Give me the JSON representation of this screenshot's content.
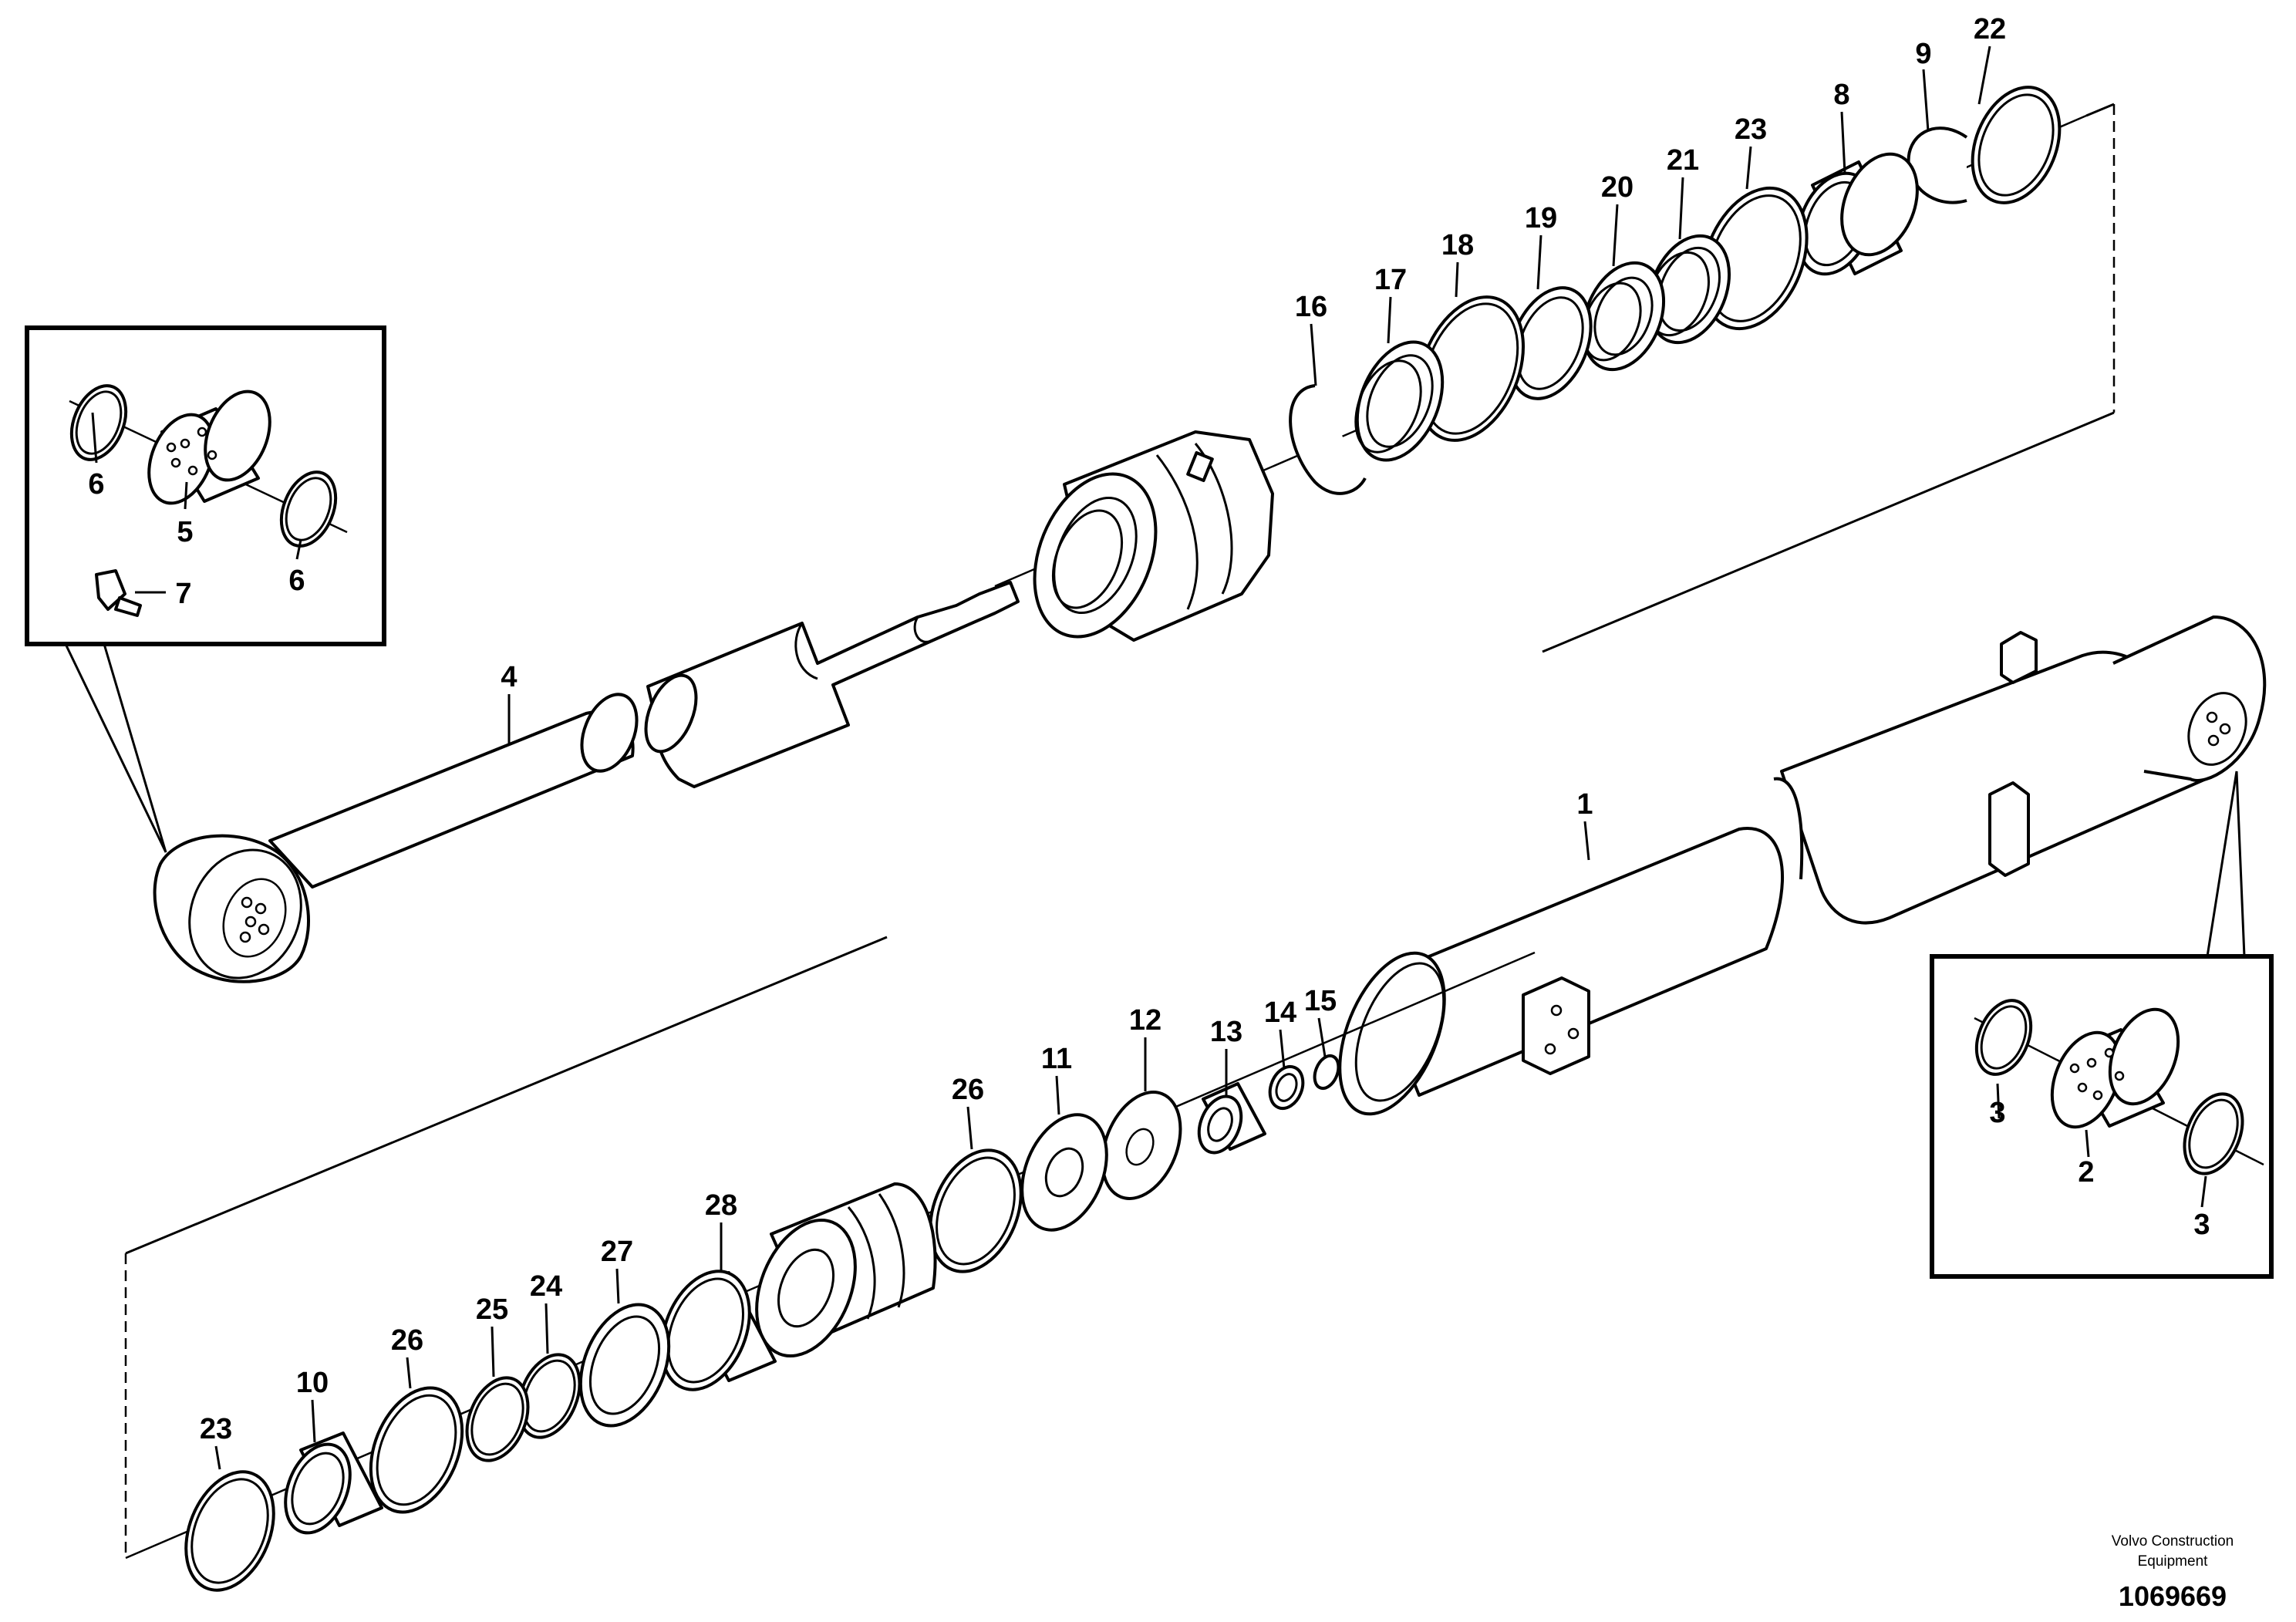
{
  "diagram": {
    "callouts": {
      "c22": "22",
      "c9": "9",
      "c8": "8",
      "c23a": "23",
      "c21": "21",
      "c20": "20",
      "c19": "19",
      "c18": "18",
      "c17": "17",
      "c16": "16",
      "c6a": "6",
      "c5": "5",
      "c6b": "6",
      "c7": "7",
      "c4": "4",
      "c1": "1",
      "c3a": "3",
      "c2": "2",
      "c3b": "3",
      "c15": "15",
      "c14": "14",
      "c13": "13",
      "c12": "12",
      "c11": "11",
      "c26a": "26",
      "c28": "28",
      "c27": "27",
      "c24": "24",
      "c25": "25",
      "c26b": "26",
      "c10": "10",
      "c23b": "23"
    },
    "footer": {
      "credit_line1": "Volvo Construction",
      "credit_line2": "Equipment",
      "document_number": "1069669"
    }
  }
}
